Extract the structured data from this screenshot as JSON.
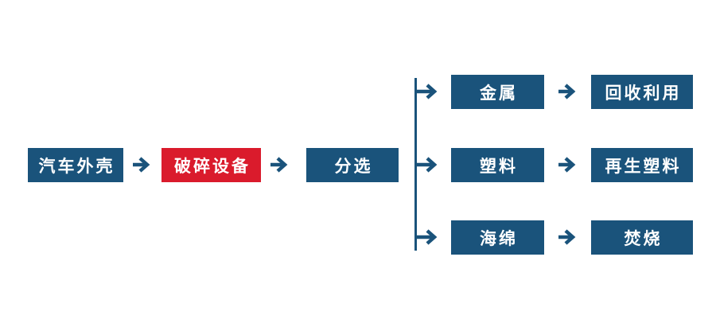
{
  "colors": {
    "node_blue": "#1A537B",
    "node_red": "#DA1B2C",
    "arrow_blue": "#1A537B",
    "node_text": "#FFFFFF",
    "background": "#FFFFFF"
  },
  "flow": {
    "source": {
      "label": "汽车外壳"
    },
    "process": {
      "label": "破碎设备"
    },
    "sort": {
      "label": "分选"
    },
    "branches": [
      {
        "material": "金属",
        "outcome": "回收利用"
      },
      {
        "material": "塑料",
        "outcome": "再生塑料"
      },
      {
        "material": "海绵",
        "outcome": "焚烧"
      }
    ]
  }
}
